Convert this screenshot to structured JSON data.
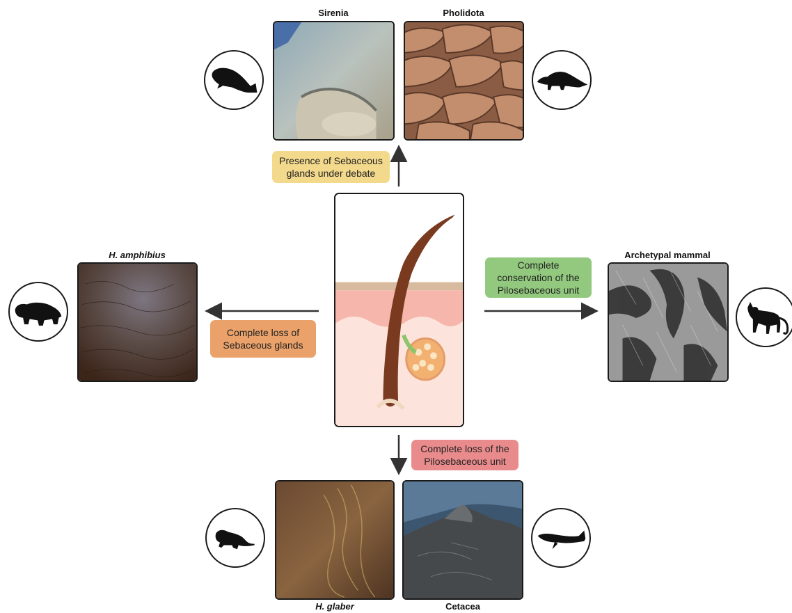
{
  "titles": {
    "sirenia": "Sirenia",
    "pholidota": "Pholidota",
    "hippo": "H. amphibius",
    "archetypal": "Archetypal mammal",
    "glaber": "H. glaber",
    "cetacea": "Cetacea"
  },
  "labels": {
    "debate": {
      "text": "Presence of Sebaceous\nglands under debate",
      "color": "#f3d98c"
    },
    "conservation": {
      "text": "Complete\nconservation of the\nPilosebaceous unit",
      "color": "#93c97e"
    },
    "loss_sebaceous": {
      "text": "Complete loss of\nSebaceous glands",
      "color": "#eba26a"
    },
    "loss_pilo": {
      "text": "Complete loss of the\nPilosebaceous unit",
      "color": "#e98b8c"
    }
  },
  "icons": {
    "sirenia": "manatee-icon",
    "pholidota": "pangolin-icon",
    "hippo": "hippo-icon",
    "archetypal": "cat-icon",
    "glaber": "naked-mole-rat-icon",
    "cetacea": "whale-icon"
  },
  "colors": {
    "outline": "#1a1a1a",
    "arrow": "#333333"
  }
}
